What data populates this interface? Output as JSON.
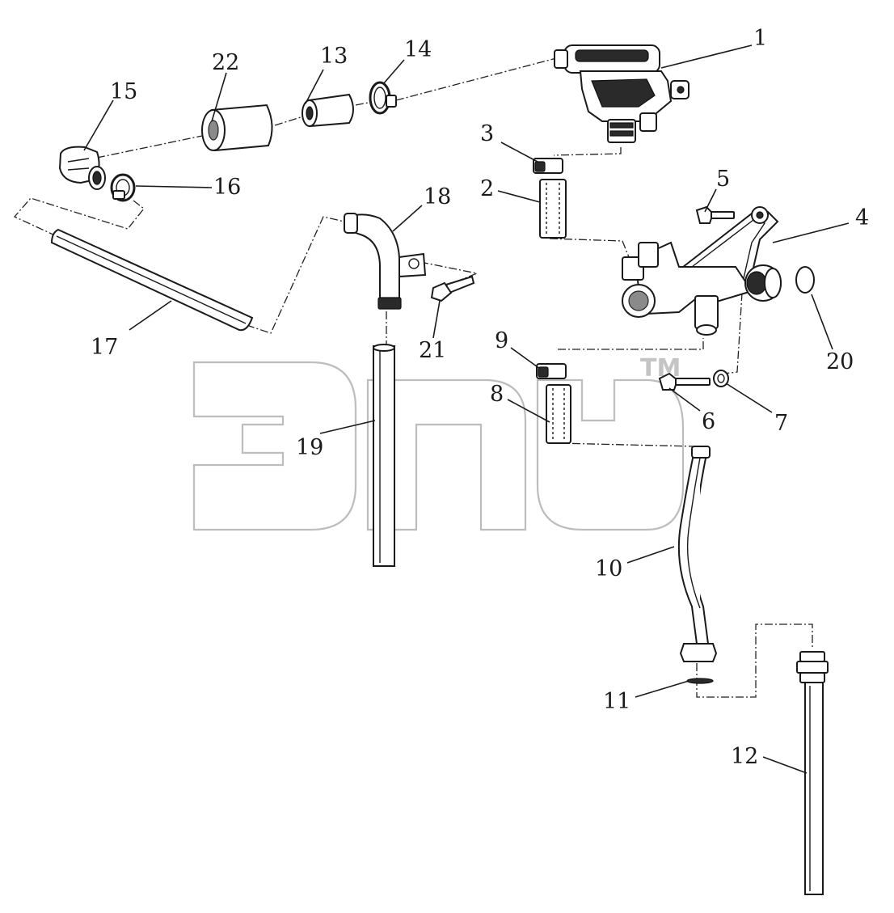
{
  "watermark": {
    "text": "ЭПС",
    "trademark": "TM"
  },
  "callouts": [
    {
      "id": "1",
      "text": "1"
    },
    {
      "id": "2",
      "text": "2"
    },
    {
      "id": "3",
      "text": "3"
    },
    {
      "id": "4",
      "text": "4"
    },
    {
      "id": "5",
      "text": "5"
    },
    {
      "id": "6",
      "text": "6"
    },
    {
      "id": "7",
      "text": "7"
    },
    {
      "id": "8",
      "text": "8"
    },
    {
      "id": "9",
      "text": "9"
    },
    {
      "id": "10",
      "text": "10"
    },
    {
      "id": "11",
      "text": "11"
    },
    {
      "id": "12",
      "text": "12"
    },
    {
      "id": "13",
      "text": "13"
    },
    {
      "id": "14",
      "text": "14"
    },
    {
      "id": "15",
      "text": "15"
    },
    {
      "id": "16",
      "text": "16"
    },
    {
      "id": "17",
      "text": "17"
    },
    {
      "id": "18",
      "text": "18"
    },
    {
      "id": "19",
      "text": "19"
    },
    {
      "id": "20",
      "text": "20"
    },
    {
      "id": "21",
      "text": "21"
    },
    {
      "id": "22",
      "text": "22"
    }
  ]
}
